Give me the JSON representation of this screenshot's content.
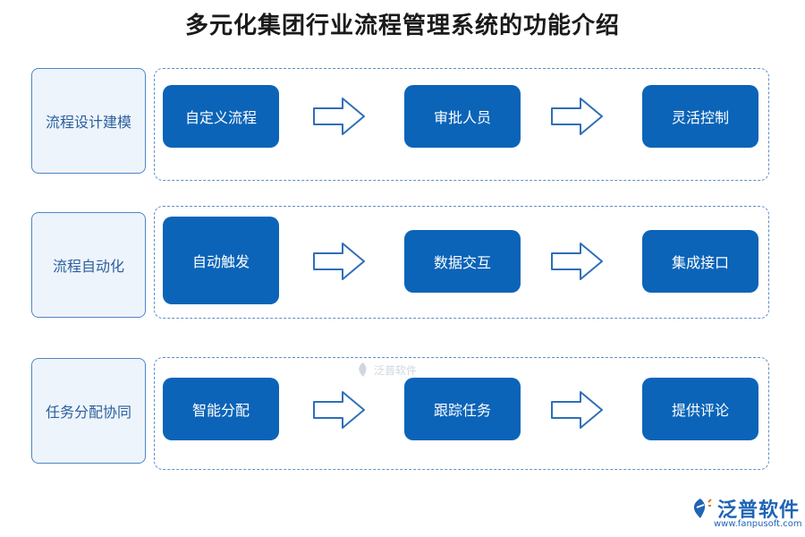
{
  "title": "多元化集团行业流程管理系统的功能介绍",
  "rows": [
    {
      "label": "流程设计建模",
      "steps": [
        "自定义流程",
        "审批人员",
        "灵活控制"
      ]
    },
    {
      "label": "流程自动化",
      "steps": [
        "自动触发",
        "数据交互",
        "集成接口"
      ]
    },
    {
      "label": "任务分配协同",
      "steps": [
        "智能分配",
        "跟踪任务",
        "提供评论"
      ]
    }
  ],
  "watermark": {
    "text": "泛普软件"
  },
  "brand": {
    "name": "泛普软件",
    "url": "www.fanpusoft.com"
  },
  "colors": {
    "step_fill": "#0b64b8",
    "label_border": "#4e86c7",
    "label_fill": "#eef4fb",
    "frame_border": "#5f8fc6",
    "arrow_stroke": "#2f6fb7"
  },
  "icons": {
    "arrow": "right-arrow-icon",
    "logo": "fanpu-logo-icon"
  }
}
